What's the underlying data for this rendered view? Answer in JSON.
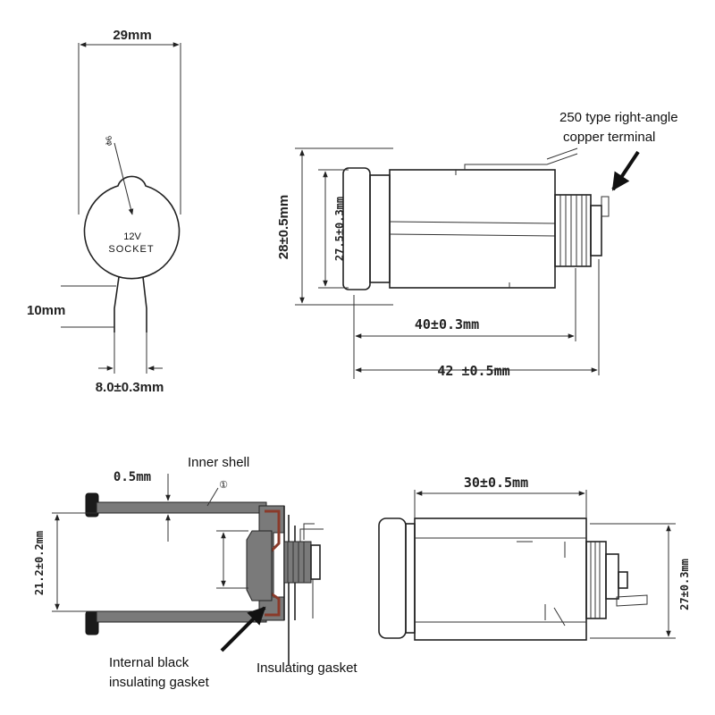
{
  "labels": {
    "top_width": "29mm",
    "socket_line1": "12V",
    "socket_line2": "SOCKET",
    "small_mark": "9φ",
    "left_10mm": "10mm",
    "bottom_8mm": "8.0±0.3mm",
    "side_28": "28±0.5mm",
    "side_275": "27.5±0.3mm",
    "len_40": "40±0.3mm",
    "len_42": "42 ±0.5mm",
    "terminal_line1": "250 type right-angle",
    "terminal_line2": "copper terminal",
    "inner_shell": "Inner shell",
    "thickness": "0.5mm",
    "circle_mark": "①",
    "left_212": "21.2±0.2mm",
    "internal_gasket_line1": "Internal black",
    "internal_gasket_line2": "insulating gasket",
    "insulating_gasket": "Insulating gasket",
    "len_30": "30±0.5mm",
    "side_27": "27±0.3mm"
  }
}
